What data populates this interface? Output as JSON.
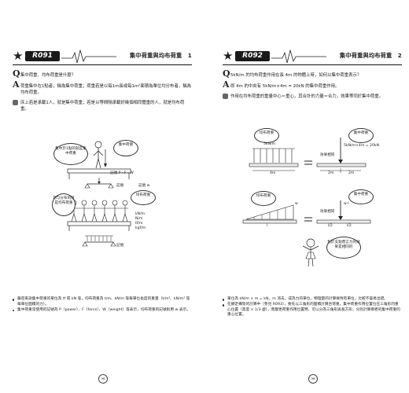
{
  "left": {
    "code": "R091",
    "title": "集中荷重與均布荷重　1",
    "q": "集中荷重、均布荷重是什麼？",
    "a": "荷重集中在1點者，稱為集中荷重；荷重若是以每1m長或每1m²面積為單位均分布者，稱為均布荷重。",
    "example": "床上若是承載1人，就是集中荷重；若是以等間隔承載好幾個相同體重的人，就是均布荷重。",
    "fig": {
      "point_bubble": "集中於1點的就是集中荷重",
      "speech1": "集中荷重",
      "sym1": "記號 P・F・W",
      "note1": "記號",
      "dist_bubble": "均勻分布的就是均布荷重",
      "speech2": "均布荷重",
      "sym2": "記號 w",
      "unit1": "kN/m",
      "unit2": "N/m",
      "unit3": "tf/m",
      "unit4": "kgf/m",
      "note2": "記號"
    },
    "notes": [
      "嚴密來說集中荷重的單位為 tf 或 kN 等，均布荷重為 t/m、kN/m 等每單位長度的重量（t/m²、kN/m² 等每單位面積的力）。",
      "集中荷重常使用的記號為 P（power）、F（force）、W（weight）等表示，均布荷重的記號則用 w 表示。"
    ],
    "page_no": "96"
  },
  "right": {
    "code": "R092",
    "title": "集中荷重與均布荷重　2",
    "q": "5kN/m 的均布荷重作用在長 4m 的物體上時，如何以集中荷重表示？",
    "a": "即 4m 的中央有 5kN/m×4m = 20kN 的集中荷重作用。",
    "example": "作用在均布荷重的重量中心＝重心，其合計的力量＝合力，效果等同於集中荷重。",
    "fig": {
      "speech1": "均布荷重",
      "load": "5kN/m",
      "span": "4m",
      "eq": "=",
      "equal_effect": "效果相同",
      "speech2": "集中荷重",
      "result": "5kN/m×4m = 20kN",
      "half1": "2m",
      "half2": "2m",
      "speech3": "均布荷重",
      "speech4": "集中荷重",
      "equal_effect2": "效果相同",
      "point_w": "w",
      "span2": "l",
      "half3": "l/2",
      "half4": "l/2",
      "wl": "w·l",
      "girl": "對於支點而言力的效果是相同的"
    },
    "notes": [
      "單位為 kN/m × m = kN，m 消去，成為力的單位，物理量的計算要附有單位，比較不容易出錯。",
      "在靜定構架的計算中（參見 R093），要先以三角形的面積計算合荷重。集中荷重作用位置位在三角形的重心位置（高度 × 1/3 處），而變更荷重作用位置時，可以分為三角形與長方形，分別計算兩者的集中荷重的重心位置。"
    ],
    "page_no": "98"
  },
  "colors": {
    "ink": "#222222",
    "tab": "#1a1a1a"
  }
}
